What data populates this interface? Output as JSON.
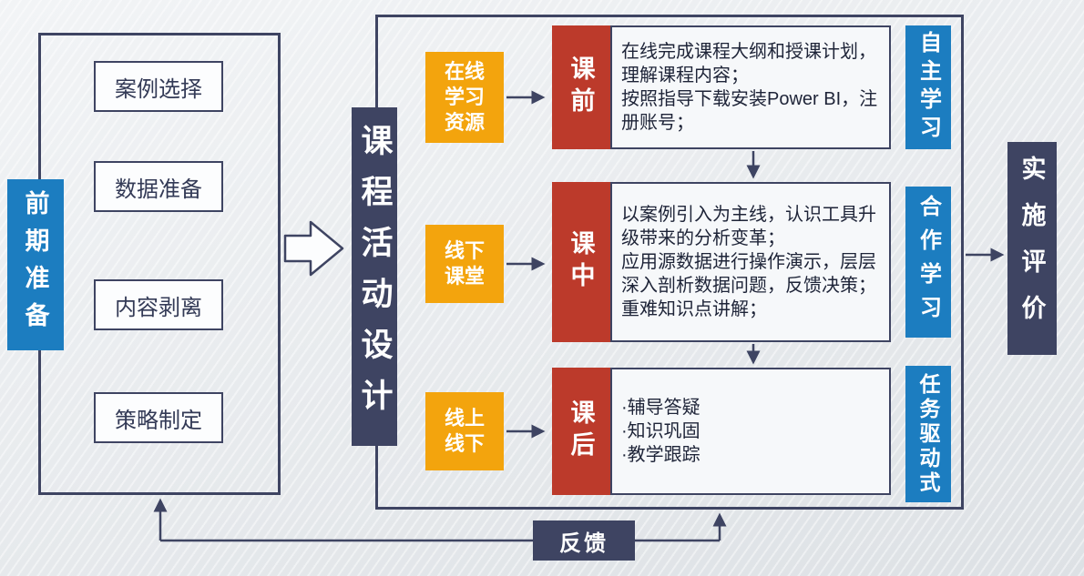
{
  "colors": {
    "navy": "#3e4462",
    "blue": "#1c7dc0",
    "orange": "#f3a40d",
    "red": "#bc3a2b",
    "background": "#e9ecef"
  },
  "prep": {
    "label": "前期准备",
    "items": [
      {
        "label": "案例选择"
      },
      {
        "label": "数据准备"
      },
      {
        "label": "内容剥离"
      },
      {
        "label": "策略制定"
      }
    ]
  },
  "design": {
    "label": "课程活动设计"
  },
  "rows": [
    {
      "resource": "在线\n学习\n资源",
      "phase": "课前",
      "content": "在线完成课程大纲和授课计划，理解课程内容；\n按照指导下载安装Power BI，注册账号；",
      "mode": "自主学习"
    },
    {
      "resource": "线下\n课堂",
      "phase": "课中",
      "content": "以案例引入为主线，认识工具升级带来的分析变革；\n应用源数据进行操作演示，层层深入剖析数据问题，反馈决策；\n重难知识点讲解；",
      "mode": "合作学习"
    },
    {
      "resource": "线上\n线下",
      "phase": "课后",
      "content": "·辅导答疑\n·知识巩固\n·教学跟踪",
      "mode": "任务驱动式"
    }
  ],
  "evaluation": {
    "label": "实施评价"
  },
  "feedback": {
    "label": "反馈"
  }
}
